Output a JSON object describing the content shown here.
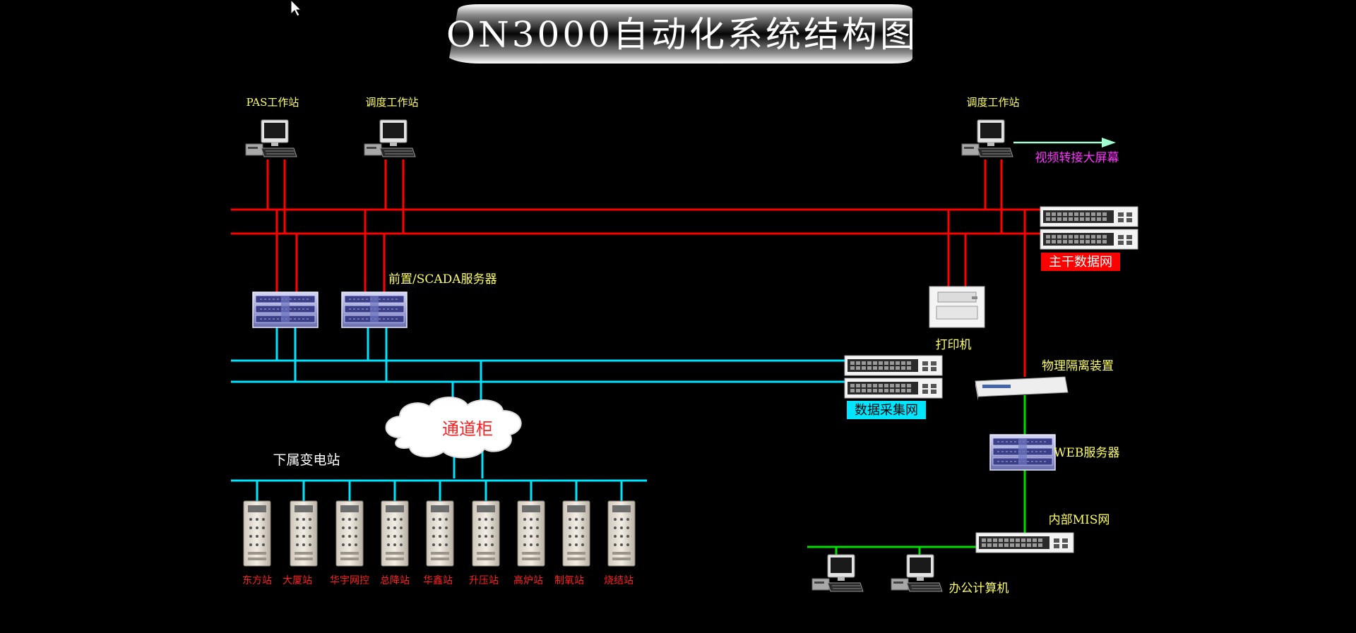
{
  "title": "ON3000自动化系统结构图",
  "colors": {
    "background": "#000000",
    "backbone_network": "#ff0000",
    "acquisition_network": "#00e5ff",
    "mis_network": "#00dd00",
    "label_yellow": "#ffff66",
    "label_magenta": "#ff33ff",
    "substation_label": "#ff2020",
    "arrow": "#a0ffd0"
  },
  "workstations": {
    "pas": "PAS工作站",
    "dispatch_left": "调度工作站",
    "dispatch_right": "调度工作站"
  },
  "video_wall_label": "视频转接大屏幕",
  "backbone_label": "主干数据网",
  "scada_server_label": "前置/SCADA服务器",
  "printer_label": "打印机",
  "isolator_label": "物理隔离装置",
  "acquisition_label": "数据采集网",
  "channel_cabinet_label": "通道柜",
  "substations_title": "下属变电站",
  "substations": [
    "东方站",
    "大厦站",
    "华宇网控",
    "总降站",
    "华鑫站",
    "升压站",
    "高炉站",
    "制氧站",
    "烧结站"
  ],
  "web_server_label": "WEB服务器",
  "mis_label": "内部MIS网",
  "office_pc_label": "办公计算机",
  "icons": {
    "workstation": "desktop-computer-icon",
    "server": "rack-server-icon",
    "switch": "network-switch-icon",
    "printer": "printer-icon",
    "isolator": "isolation-device-icon",
    "cabinet": "substation-cabinet-icon",
    "cloud": "cloud-icon",
    "cursor": "mouse-pointer-icon"
  }
}
